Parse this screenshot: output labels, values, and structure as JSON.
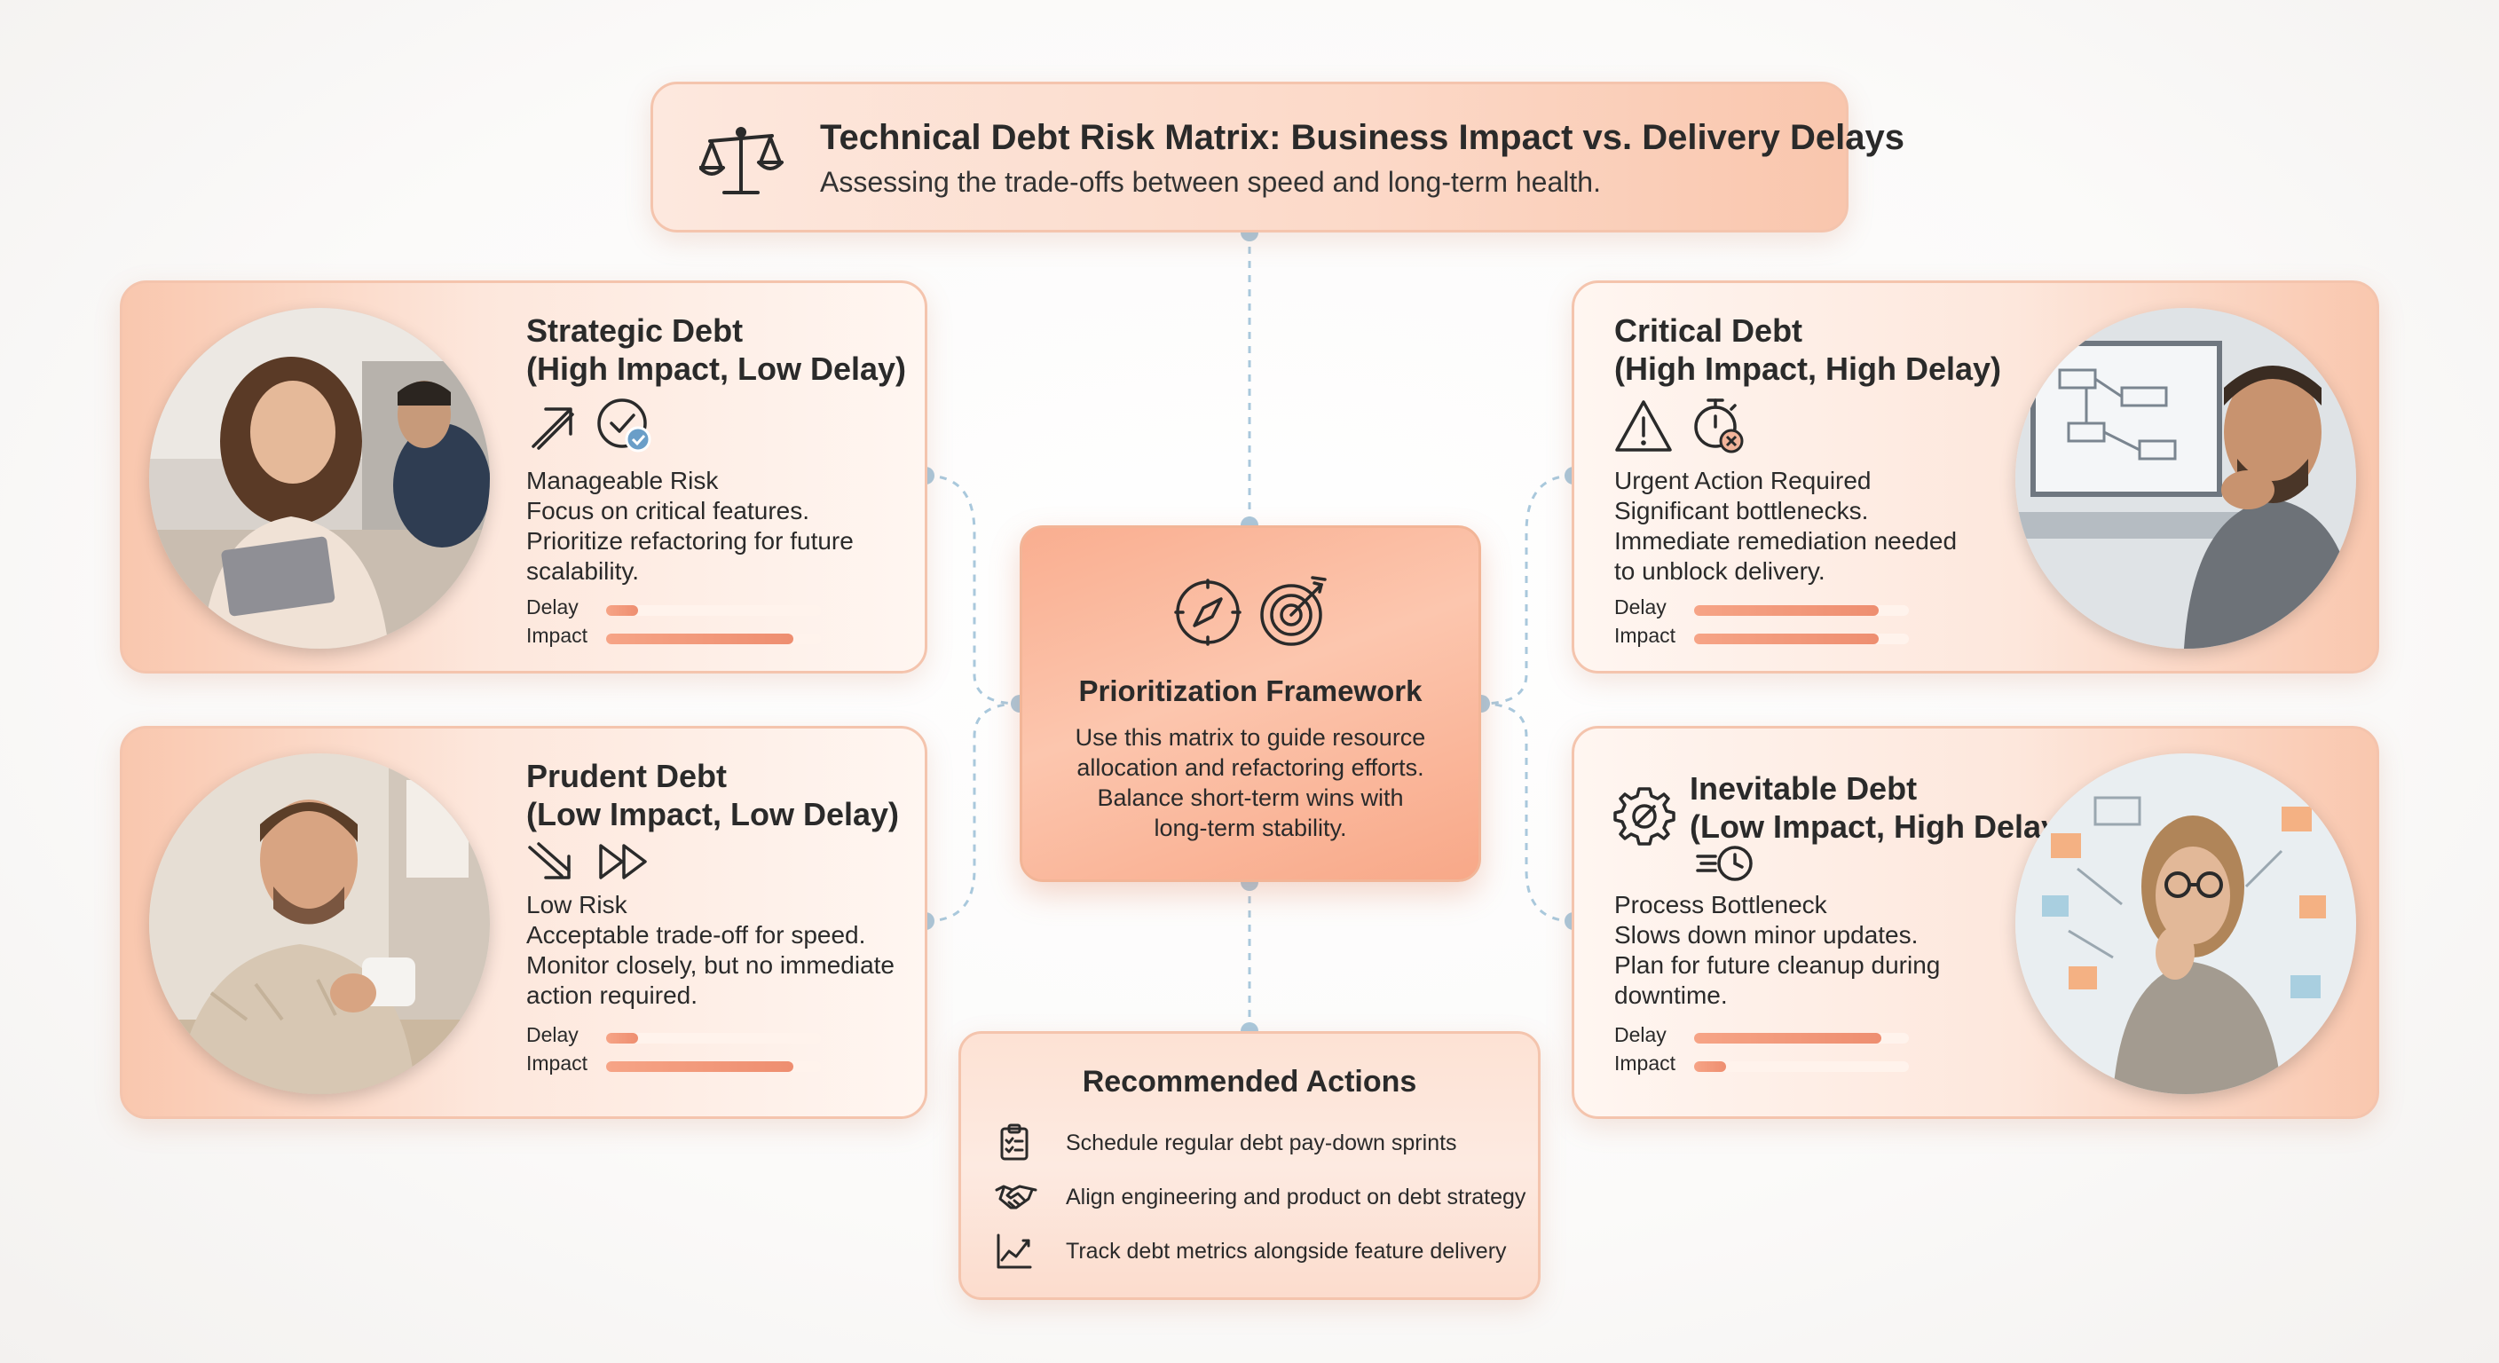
{
  "header": {
    "title": "Technical Debt Risk Matrix: Business Impact vs. Delivery Delays",
    "subtitle": "Assessing the trade-offs between speed and long-term health.",
    "icon": "balance-scale-icon"
  },
  "quadrants": {
    "strategic": {
      "title1": "Strategic Debt",
      "title2": "(High Impact, Low Delay)",
      "icons": [
        "arrow-up-right-icon",
        "check-circle-icon"
      ],
      "risk_label": "Manageable Risk",
      "lines": [
        "Focus on critical features.",
        "Prioritize refactoring for future",
        "scalability."
      ],
      "delay_label": "Delay",
      "impact_label": "Impact",
      "delay": 0.15,
      "impact": 0.87
    },
    "critical": {
      "title1": "Critical Debt",
      "title2": "(High Impact, High Delay)",
      "icons": [
        "warning-triangle-icon",
        "stopwatch-cancel-icon"
      ],
      "risk_label": "Urgent Action Required",
      "lines": [
        "Significant bottlenecks.",
        "Immediate remediation needed",
        "to unblock delivery."
      ],
      "delay_label": "Delay",
      "impact_label": "Impact",
      "delay": 0.86,
      "impact": 0.86
    },
    "prudent": {
      "title1": "Prudent Debt",
      "title2": "(Low Impact, Low Delay)",
      "icons": [
        "arrow-down-right-icon",
        "fast-forward-icon"
      ],
      "risk_label": "Low Risk",
      "lines": [
        "Acceptable trade-off for speed.",
        "Monitor closely, but no immediate",
        "action required."
      ],
      "delay_label": "Delay",
      "impact_label": "Impact",
      "delay": 0.15,
      "impact": 0.87
    },
    "inevitable": {
      "title1": "Inevitable Debt",
      "title2": "(Low Impact, High Delay)",
      "icons": [
        "gear-wrench-icon",
        "speed-clock-icon"
      ],
      "risk_label": "Process Bottleneck",
      "lines": [
        "Slows down minor updates.",
        "Plan for future cleanup during",
        "downtime."
      ],
      "delay_label": "Delay",
      "impact_label": "Impact",
      "delay": 0.87,
      "impact": 0.15
    }
  },
  "center": {
    "title": "Prioritization Framework",
    "lines": [
      "Use this matrix to guide resource",
      "allocation and refactoring efforts.",
      "Balance short-term wins with",
      "long-term stability."
    ],
    "icons": [
      "compass-icon",
      "target-icon"
    ]
  },
  "recommended": {
    "title": "Recommended Actions",
    "items": [
      {
        "icon": "clipboard-checklist-icon",
        "text": "Schedule regular debt pay-down sprints"
      },
      {
        "icon": "handshake-icon",
        "text": "Align engineering and product on debt strategy"
      },
      {
        "icon": "line-chart-icon",
        "text": "Track debt metrics alongside feature delivery"
      }
    ]
  },
  "colors": {
    "accent": "#ee8e70",
    "card_border": "#f4c4ad",
    "connector": "#a9c8dc"
  }
}
